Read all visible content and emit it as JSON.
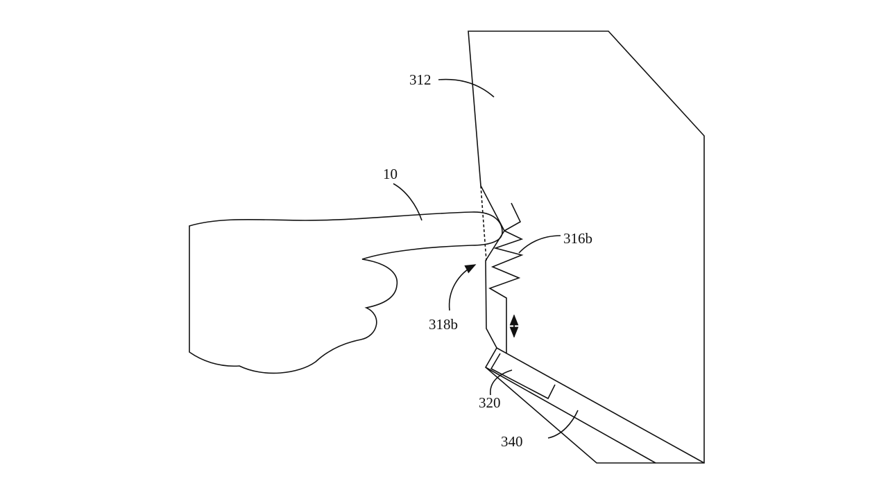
{
  "labels": {
    "panel": "312",
    "finger": "10",
    "spring": "316b",
    "gap": "318b",
    "actuator": "320",
    "base": "340"
  }
}
